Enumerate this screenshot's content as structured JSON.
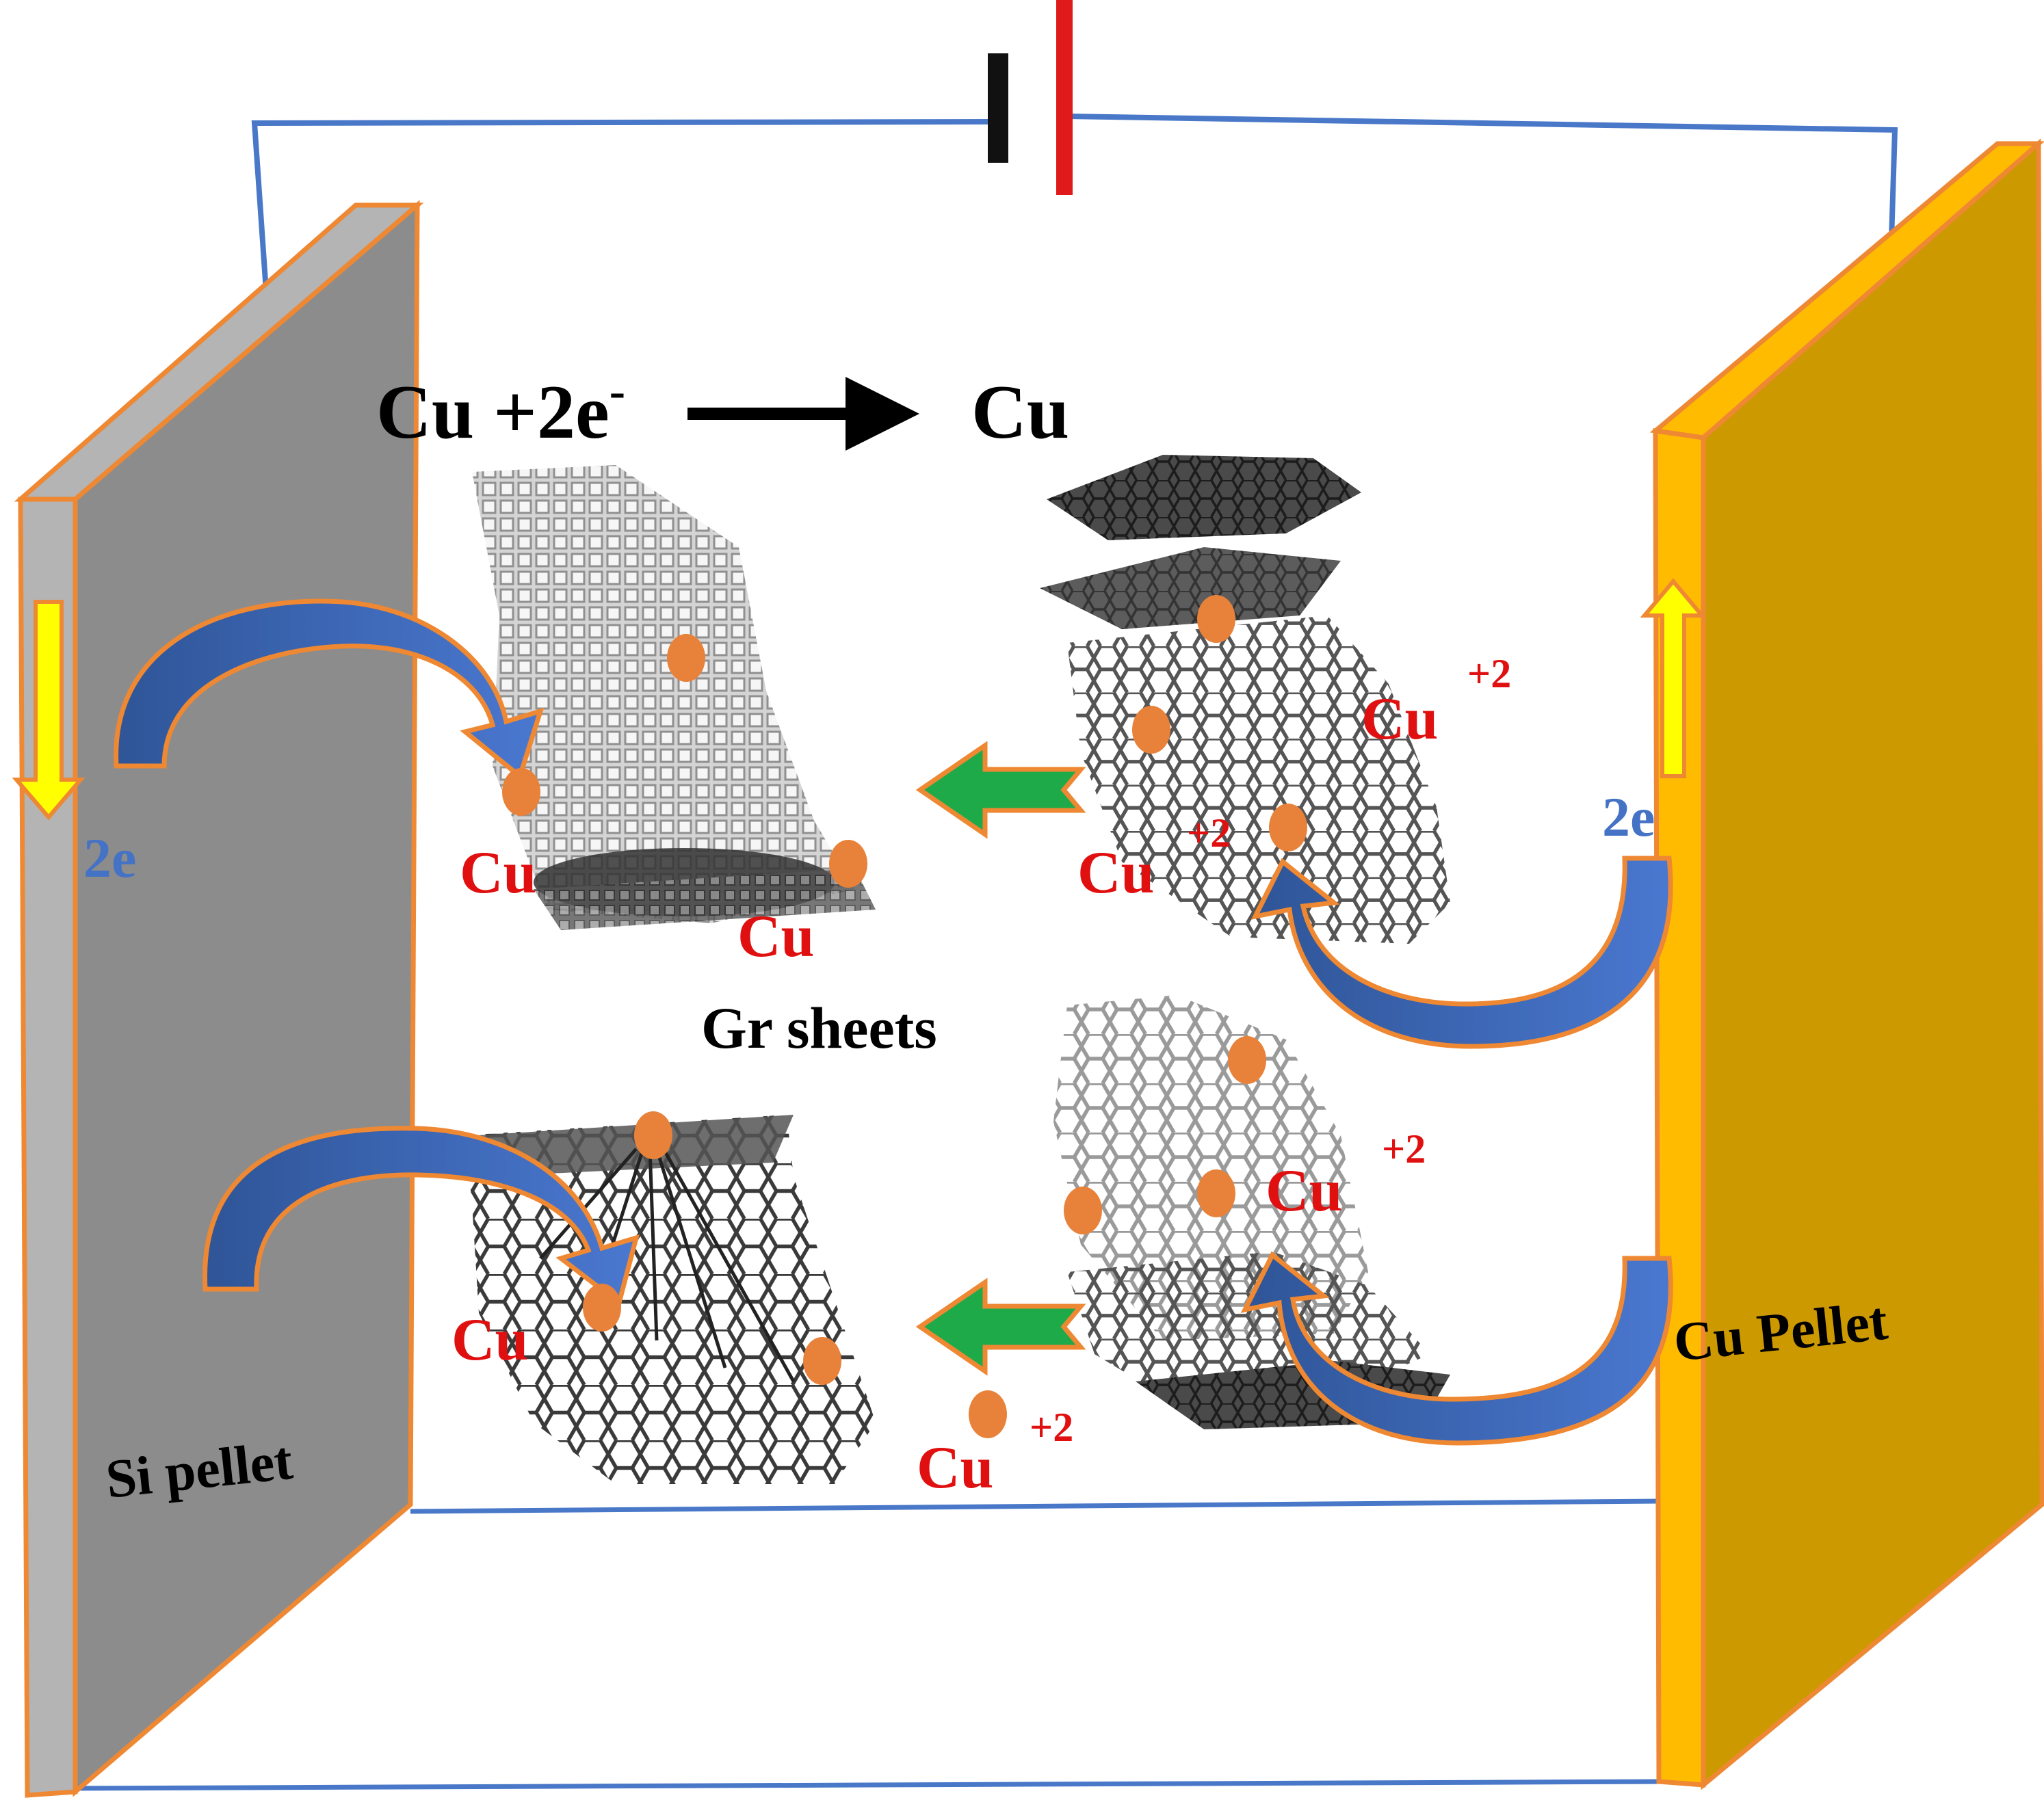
{
  "labels": {
    "reaction_lhs": "Cu +2e",
    "reaction_lhs_sup": "-",
    "reaction_rhs": "Cu",
    "si_pellet": "Si pellet",
    "cu_pellet": "Cu Pellet",
    "gr_sheets": "Gr sheets",
    "electrons_left": "2e",
    "electrons_right": "2e",
    "cu": "Cu",
    "cu_ion": "Cu",
    "ion_charge": "+2"
  },
  "colors": {
    "wire": "#4a78c8",
    "battery_neg": "#111111",
    "battery_pos": "#e01a1a",
    "si_face": "#8c8c8c",
    "si_edge": "#b4b4b4",
    "cu_face": "#cc9900",
    "cu_edge": "#ffbb00",
    "pellet_border": "#ee8833",
    "electron_arrow": "#4a70c4",
    "electron_arrow_dark": "#2f5597",
    "ion_arrow": "#1faa4a",
    "current_arrow": "#ffff00",
    "cu_dot": "#e8823a",
    "cu_text": "#e01010",
    "electron_text": "#4472c4",
    "sheet_line": "#444444"
  },
  "icons": [
    "battery-icon",
    "reaction-arrow-icon",
    "electron-flow-arrow-icon",
    "ion-migration-arrow-icon",
    "current-arrow-icon",
    "copper-particle-icon",
    "graphene-sheet-icon"
  ]
}
